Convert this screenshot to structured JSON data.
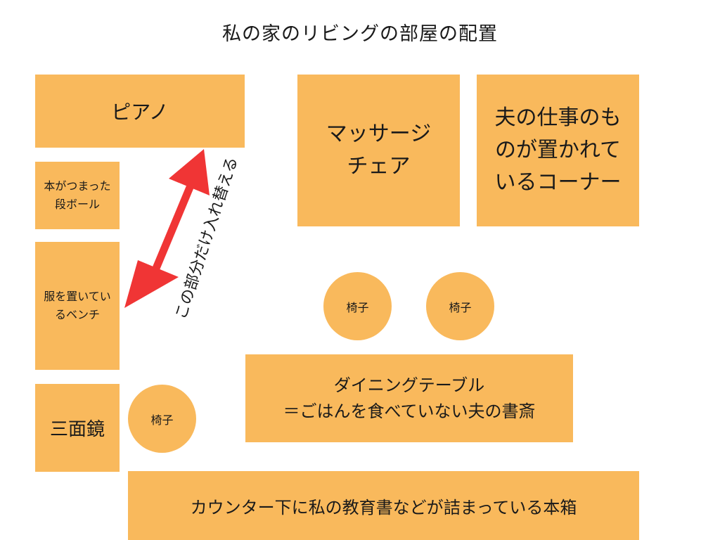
{
  "title": "私の家のリビングの部屋の配置",
  "furniture": {
    "piano": "ピアノ",
    "cardboard": "本がつまった\n段ボール",
    "bench": "服を置いてい\nるベンチ",
    "mirror": "三面鏡",
    "massage_chair": "マッサージ\nチェア",
    "work_corner": "夫の仕事のも\nのが置かれて\nいるコーナー",
    "dining_table": "ダイニングテーブル\n＝ごはんを食べていない夫の書斎",
    "counter": "カウンター下に私の教育書などが詰まっている本箱"
  },
  "chairs": [
    "椅子",
    "椅子",
    "椅子"
  ],
  "annotation": {
    "swap_label": "この部分だけ入れ替える",
    "arrow_color": "#f03535"
  },
  "colors": {
    "furniture_fill": "#f9b95c",
    "background": "#ffffff"
  }
}
